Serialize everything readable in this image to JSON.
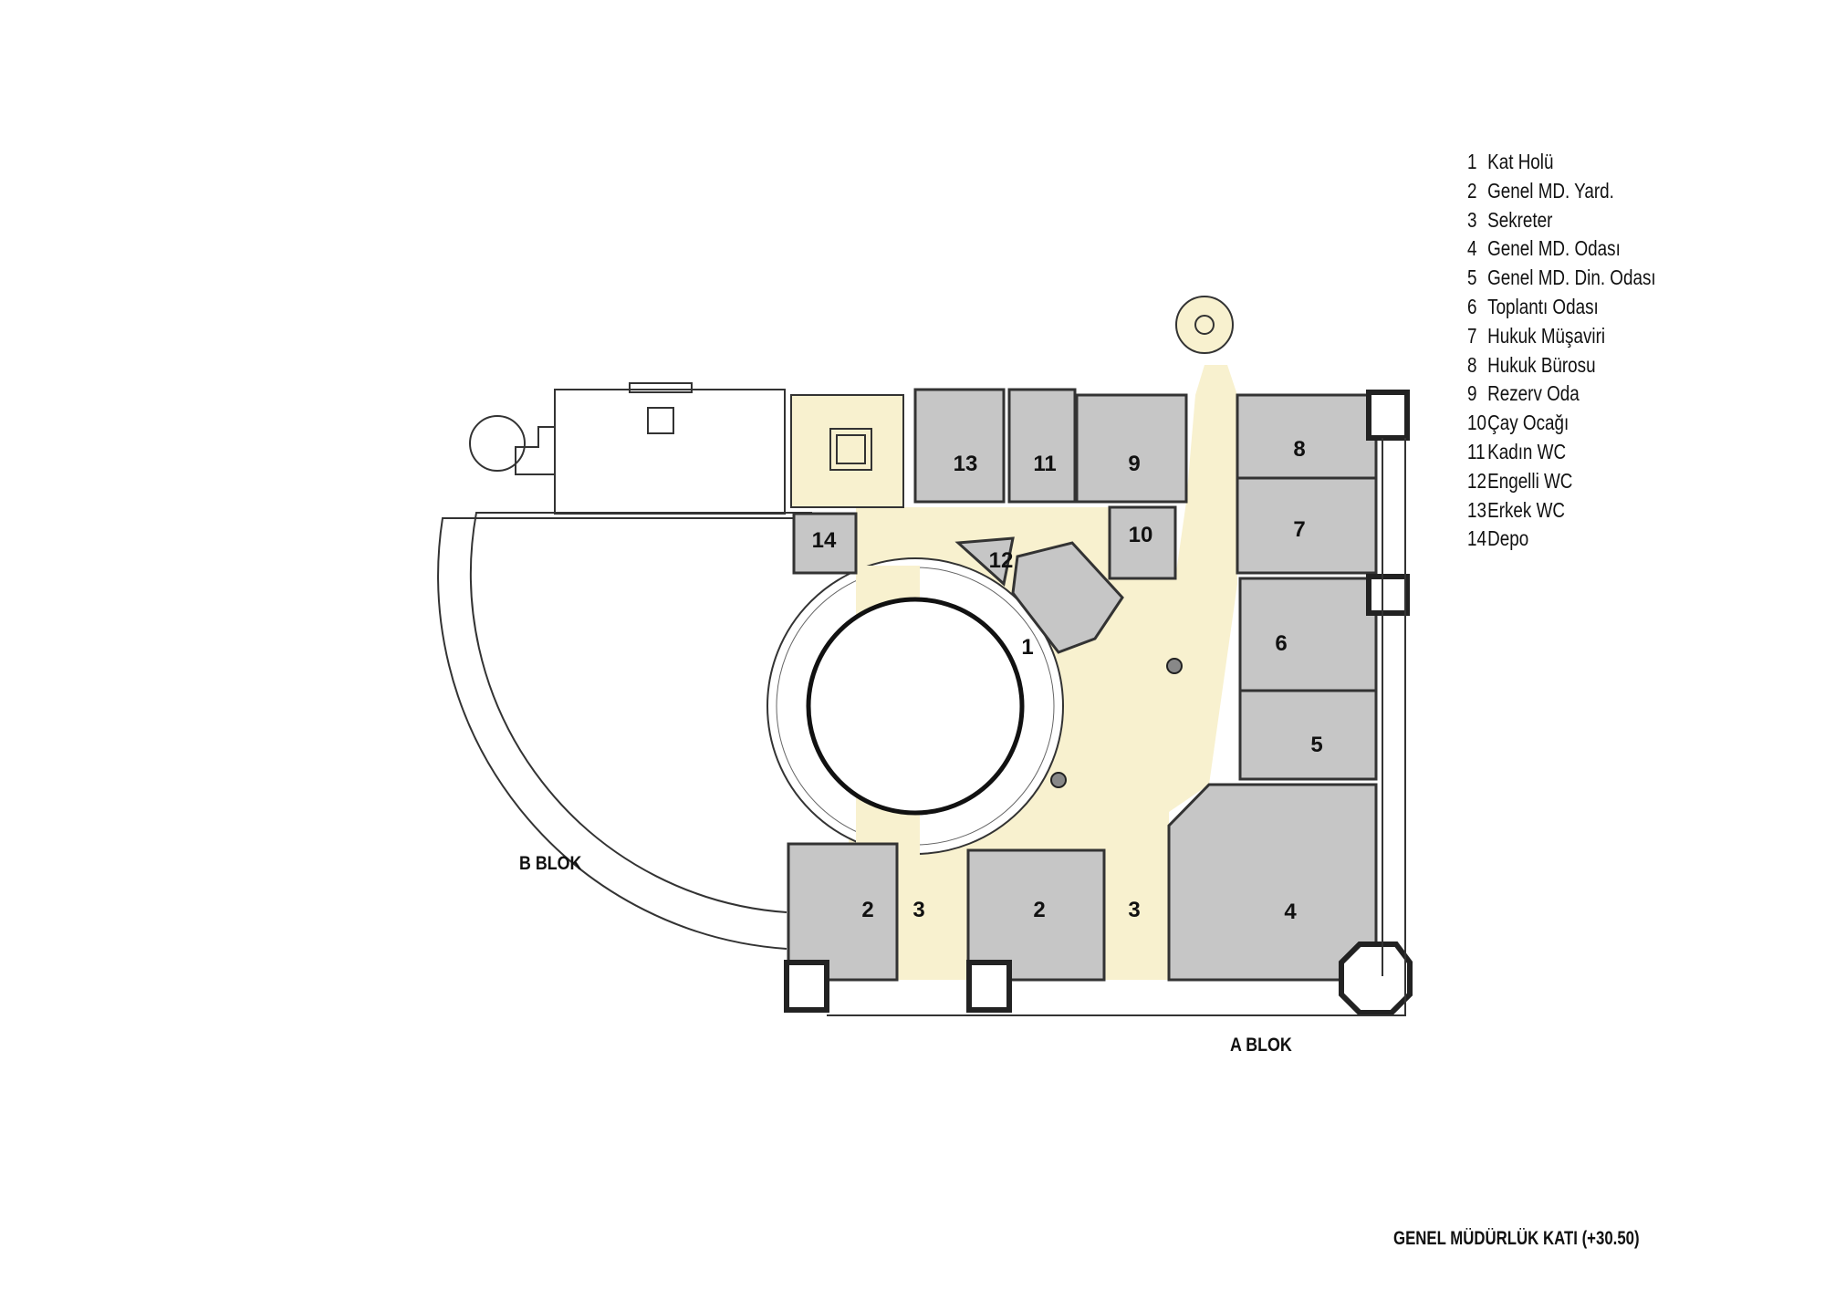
{
  "plan": {
    "title": "GENEL MÜDÜRLÜK KATI (+30.50)",
    "blocks": {
      "b": "B BLOK",
      "a": "A BLOK"
    },
    "room_labels": [
      "1",
      "2",
      "3",
      "2",
      "3",
      "4",
      "5",
      "6",
      "7",
      "8",
      "9",
      "10",
      "11",
      "12",
      "13",
      "14"
    ],
    "colors": {
      "hall": "#f8f1cf",
      "room": "#c6c6c6",
      "wall": "#333333"
    }
  },
  "legend": [
    {
      "num": "1",
      "label": "Kat Holü"
    },
    {
      "num": "2",
      "label": "Genel MD. Yard."
    },
    {
      "num": "3",
      "label": "Sekreter"
    },
    {
      "num": "4",
      "label": "Genel MD. Odası"
    },
    {
      "num": "5",
      "label": "Genel MD. Din. Odası"
    },
    {
      "num": "6",
      "label": "Toplantı Odası"
    },
    {
      "num": "7",
      "label": "Hukuk Müşaviri"
    },
    {
      "num": "8",
      "label": "Hukuk Bürosu"
    },
    {
      "num": "9",
      "label": "Rezerv Oda"
    },
    {
      "num": "10",
      "label": "Çay Ocağı"
    },
    {
      "num": "11",
      "label": "Kadın WC"
    },
    {
      "num": "12",
      "label": "Engelli WC"
    },
    {
      "num": "13",
      "label": "Erkek WC"
    },
    {
      "num": "14",
      "label": "Depo"
    }
  ]
}
